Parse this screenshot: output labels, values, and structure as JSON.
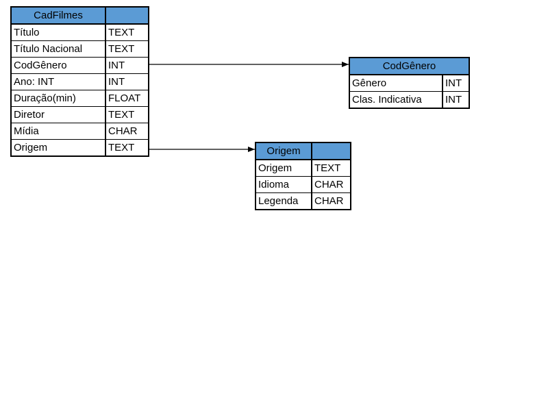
{
  "tables": [
    {
      "id": "cadfilmes",
      "title": "CadFilmes",
      "header_type": "",
      "rows": [
        {
          "name": "Título",
          "type": "TEXT"
        },
        {
          "name": "Título Nacional",
          "type": "TEXT"
        },
        {
          "name": "CodGênero",
          "type": "INT"
        },
        {
          "name": "Ano: INT",
          "type": "INT"
        },
        {
          "name": "Duração(min)",
          "type": "FLOAT"
        },
        {
          "name": "Diretor",
          "type": "TEXT"
        },
        {
          "name": "Mídia",
          "type": "CHAR"
        },
        {
          "name": "Origem",
          "type": "TEXT"
        }
      ]
    },
    {
      "id": "codgenero",
      "title": "CodGênero",
      "rows": [
        {
          "name": "Gênero",
          "type": "INT"
        },
        {
          "name": "Clas. Indicativa",
          "type": "INT"
        }
      ]
    },
    {
      "id": "origem",
      "title": "Origem",
      "header_type": "",
      "rows": [
        {
          "name": "Origem",
          "type": "TEXT"
        },
        {
          "name": "Idioma",
          "type": "CHAR"
        },
        {
          "name": "Legenda",
          "type": "CHAR"
        }
      ]
    }
  ],
  "relationships": [
    {
      "from": "CadFilmes.CodGênero",
      "to": "CodGênero"
    },
    {
      "from": "CadFilmes.Origem",
      "to": "Origem"
    }
  ],
  "colors": {
    "header_fill": "#5b9bd5",
    "border": "#000000",
    "background": "#ffffff"
  }
}
